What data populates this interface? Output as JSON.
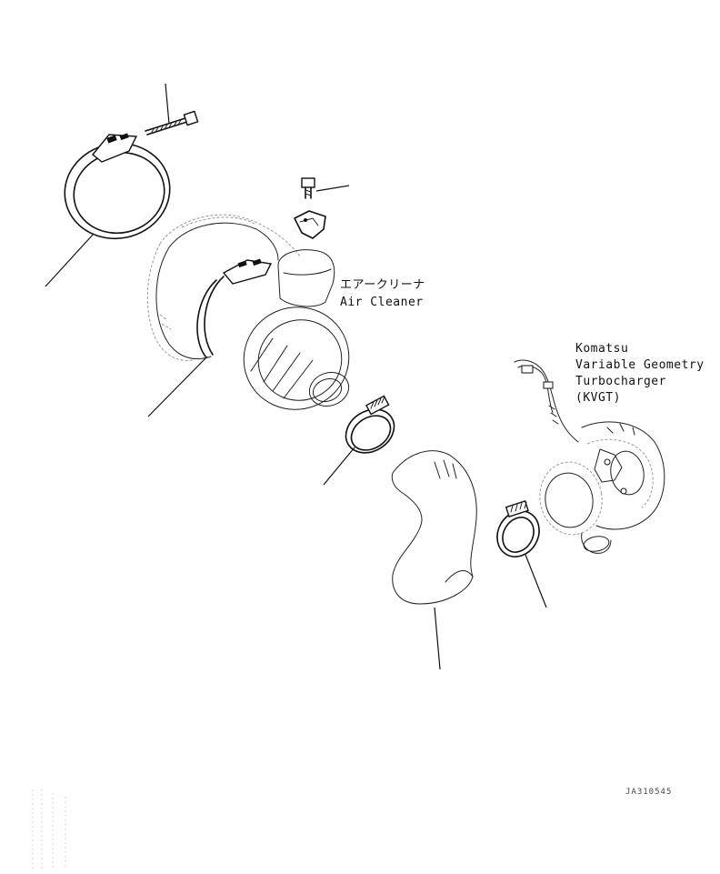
{
  "labels": {
    "air_cleaner_jp": "エアークリーナ",
    "air_cleaner_en": "Air Cleaner",
    "turbo_line1": "Komatsu",
    "turbo_line2": "Variable Geometry",
    "turbo_line3": "Turbocharger",
    "turbo_line4": "(KVGT)"
  },
  "figure_code": "JA310545"
}
